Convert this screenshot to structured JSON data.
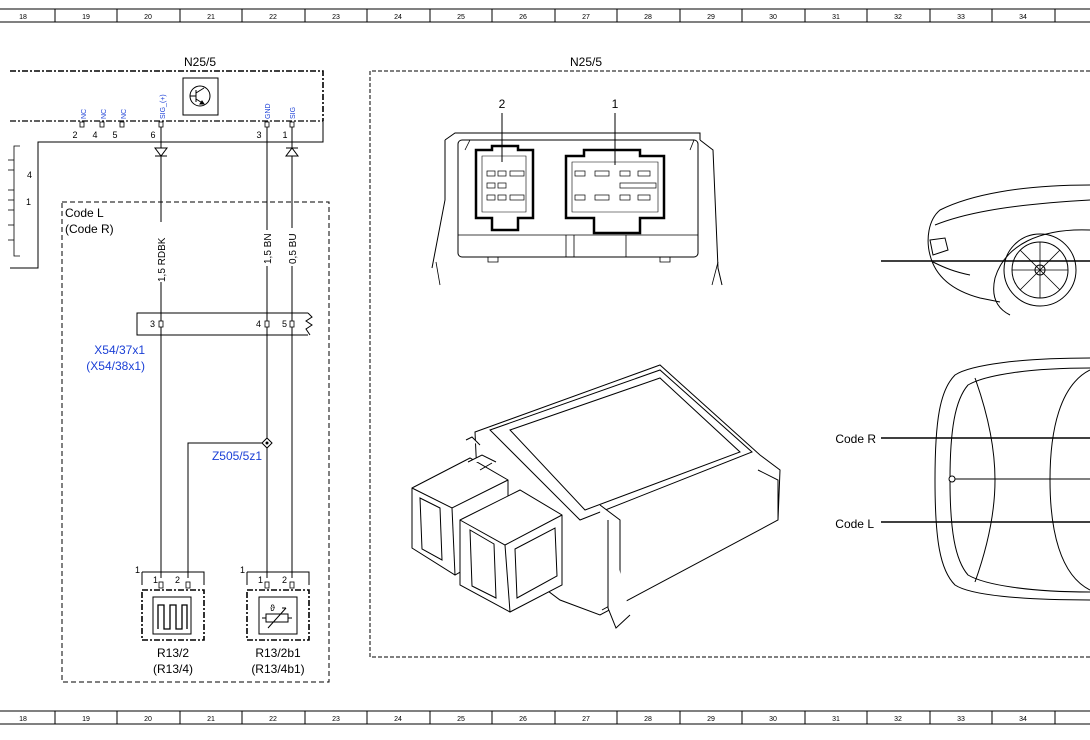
{
  "ruler": {
    "columns": [
      "18",
      "19",
      "20",
      "21",
      "22",
      "23",
      "24",
      "25",
      "26",
      "27",
      "28",
      "29",
      "30",
      "31",
      "32",
      "33",
      "34"
    ]
  },
  "schematic": {
    "module_title": "N25/5",
    "pins_left": [
      {
        "num": "2",
        "signal": "NC"
      },
      {
        "num": "4",
        "signal": "NC"
      },
      {
        "num": "5",
        "signal": "NC"
      },
      {
        "num": "6",
        "signal": "SIG_(+)"
      }
    ],
    "pins_right": [
      {
        "num": "3",
        "signal": "GND"
      },
      {
        "num": "1",
        "signal": "SIG"
      }
    ],
    "side_pins": [
      "4",
      "1"
    ],
    "code_main": "Code L",
    "code_alt": "(Code R)",
    "wires": [
      "1,5 RDBK",
      "1,5 BN",
      "0,5 BU"
    ],
    "connector_pins": [
      "3",
      "4",
      "5"
    ],
    "connector_main": "X54/37x1",
    "connector_alt": "(X54/38x1)",
    "splice": "Z505/5z1",
    "component1": {
      "corner": "1",
      "pins": [
        "1",
        "2"
      ],
      "name": "R13/2",
      "alt": "(R13/4)"
    },
    "component2": {
      "corner": "1",
      "pins": [
        "1",
        "2"
      ],
      "name": "R13/2b1",
      "alt": "(R13/4b1)"
    }
  },
  "locator": {
    "title": "N25/5",
    "connector_labels": [
      "2",
      "1"
    ],
    "code_r": "Code R",
    "code_l": "Code L"
  }
}
